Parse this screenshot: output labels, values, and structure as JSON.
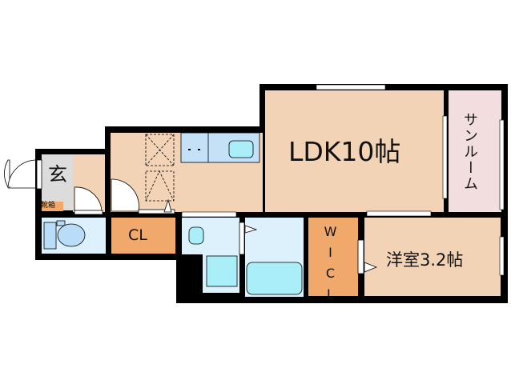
{
  "rooms": {
    "entrance": "玄",
    "shoe_box": "靴箱",
    "closet": "CL",
    "ldk": "LDK10帖",
    "sunroom": "サンルーム",
    "walk_in_closet": "WICL",
    "western_room": "洋室3.2帖"
  },
  "colors": {
    "floor": "#F2D3B6",
    "wet_area": "#DDF1FC",
    "storage": "#F0A96A",
    "sunroom": "#F2DEDE",
    "entrance": "#DCDCDC",
    "fixture": "#A9EEF8",
    "wall": "#000000"
  }
}
